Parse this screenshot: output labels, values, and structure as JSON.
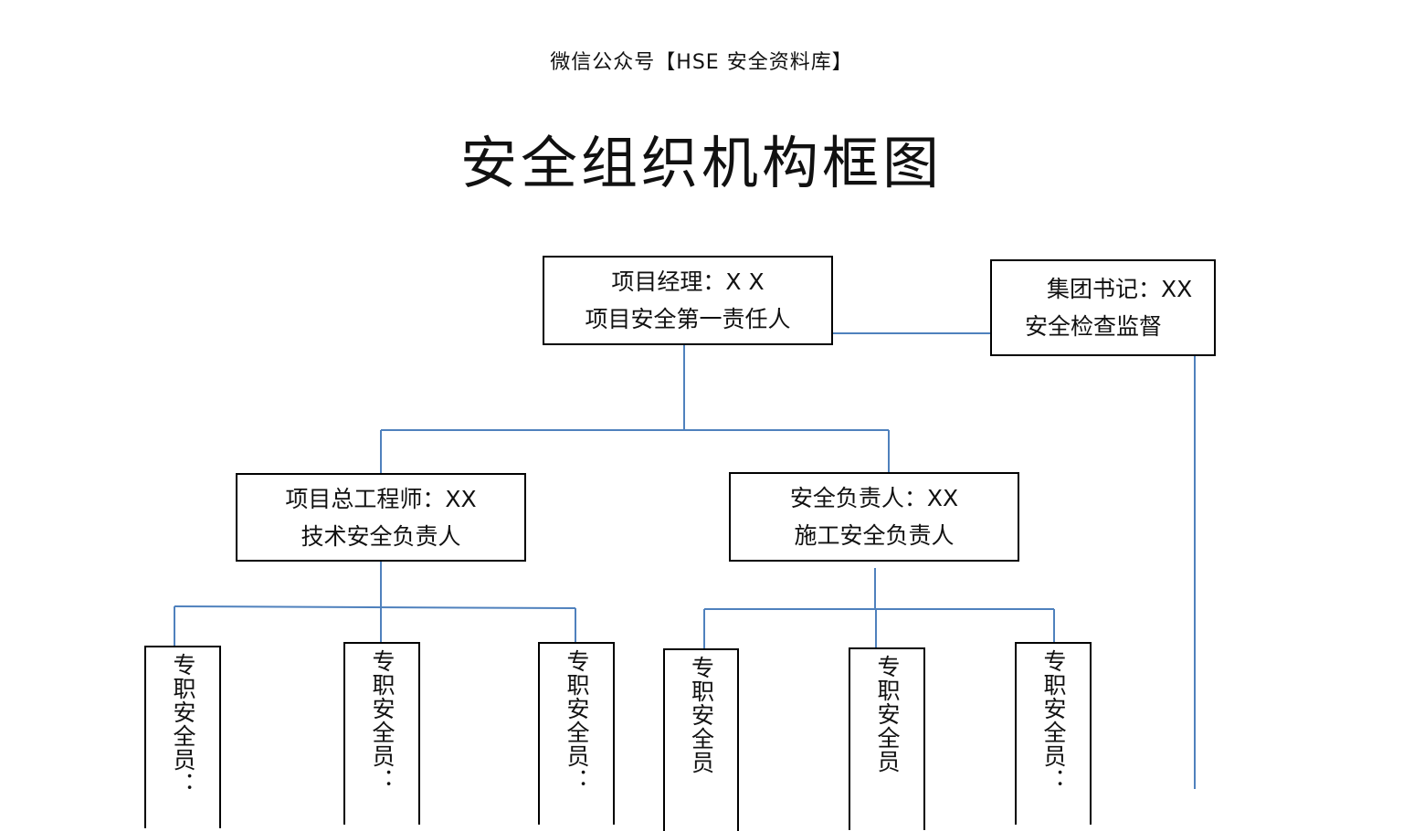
{
  "header_note": "微信公众号【HSE 安全资料库】",
  "title": "安全组织机构框图",
  "line_color": "#4f81bd",
  "nodes": {
    "manager": {
      "line1": "项目经理：X X",
      "line2": "项目安全第一责任人"
    },
    "secretary": {
      "line1": "集团书记：XX",
      "line2": "安全检查监督"
    },
    "chief_engineer": {
      "line1": "项目总工程师：XX",
      "line2": "技术安全负责人"
    },
    "safety_lead": {
      "line1": "安全负责人：XX",
      "line2": "施工安全负责人"
    },
    "officers": [
      {
        "label": "专职安全员："
      },
      {
        "label": "专职安全员："
      },
      {
        "label": "专职安全员："
      },
      {
        "label": "专职安全员"
      },
      {
        "label": "专职安全员"
      },
      {
        "label": "专职安全员："
      }
    ]
  }
}
